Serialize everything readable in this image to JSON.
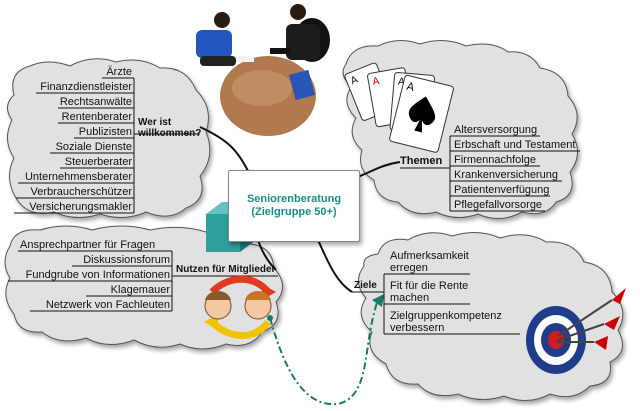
{
  "center": {
    "line1": "Seniorenberatung",
    "line2": "(Zielgruppe 50+)"
  },
  "who": {
    "title_l1": "Wer ist",
    "title_l2": "willkommen?",
    "items": [
      "Ärzte",
      "Finanzdienstleister",
      "Rechtsanwälte",
      "Rentenberater",
      "Publizisten",
      "Soziale Dienste",
      "Steuerberater",
      "Unternehmensberater",
      "Verbraucherschützer",
      "Versicherungsmakler"
    ]
  },
  "themes": {
    "title": "Themen",
    "items": [
      "Altersversorgung",
      "Erbschaft und Testament",
      "Firmennachfolge",
      "Krankenversicherung",
      "Patientenverfügung",
      "Pflegefallvorsorge"
    ]
  },
  "benefits": {
    "title": "Nutzen für Mitglieder",
    "items": [
      "Ansprechpartner für Fragen",
      "Diskussionsforum",
      "Fundgrube von Informationen",
      "Klagemauer",
      "Netzwerk von Fachleuten"
    ]
  },
  "goals": {
    "title": "Ziele",
    "items": [
      [
        "Aufmerksamkeit",
        "erregen"
      ],
      [
        "Fit für die Rente",
        "machen"
      ],
      [
        "Zielgruppenkompetenz",
        "verbessern"
      ]
    ]
  },
  "colors": {
    "cloud": "#e1e1e1",
    "teal": "#1a8b8b",
    "cube": "#2f9e9e"
  },
  "icons": [
    "business-meeting-icon",
    "playing-cards-icon",
    "teal-cube-icon",
    "people-exchange-icon",
    "dartboard-target-icon"
  ]
}
